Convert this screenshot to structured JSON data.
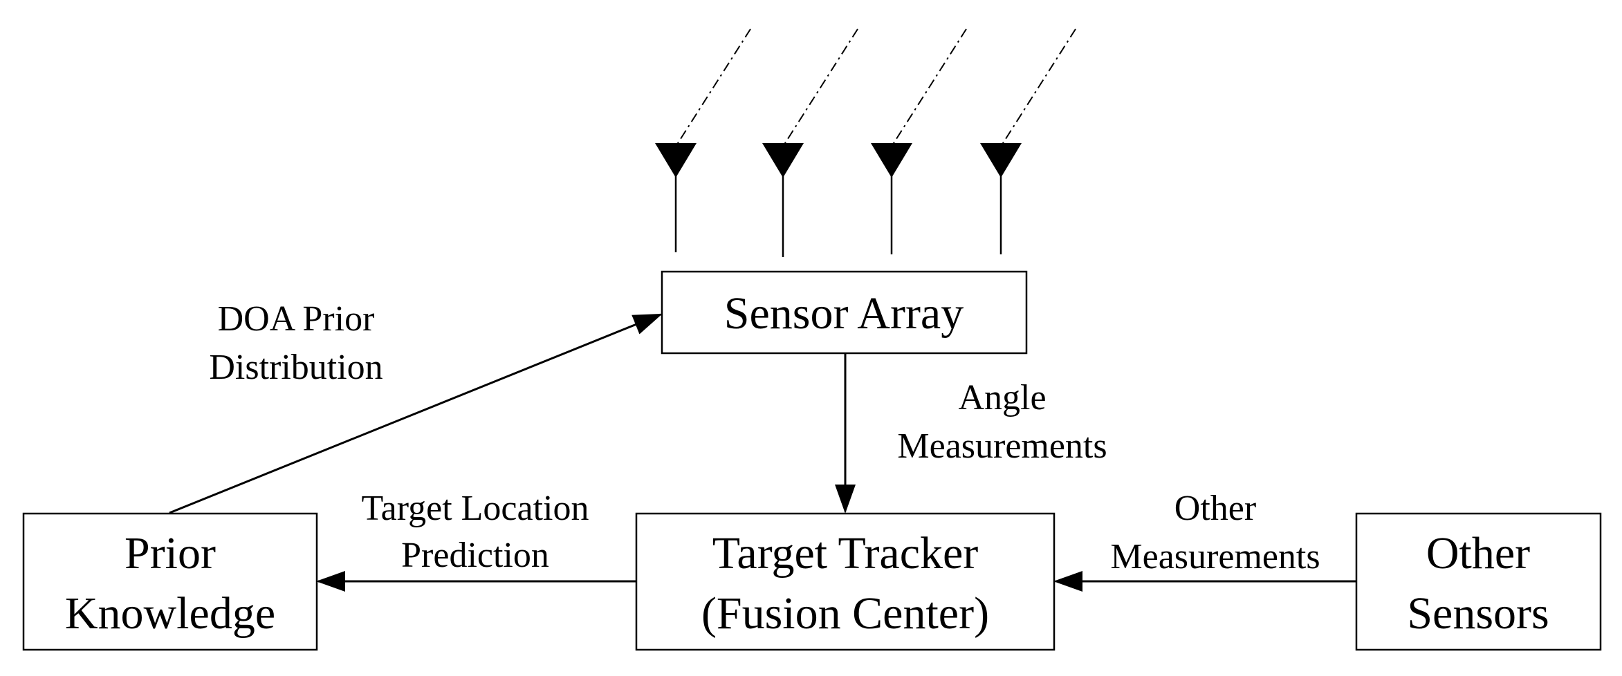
{
  "nodes": {
    "sensor_array": {
      "lines": [
        "Sensor Array"
      ]
    },
    "target_tracker": {
      "lines": [
        "Target Tracker",
        "(Fusion Center)"
      ]
    },
    "prior_knowledge": {
      "lines": [
        "Prior",
        "Knowledge"
      ]
    },
    "other_sensors": {
      "lines": [
        "Other",
        "Sensors"
      ]
    }
  },
  "edges": {
    "doa_prior": {
      "lines": [
        "DOA Prior",
        "Distribution"
      ]
    },
    "angle_measurements": {
      "lines": [
        "Angle",
        "Measurements"
      ]
    },
    "target_location_prediction": {
      "lines": [
        "Target Location",
        "Prediction"
      ]
    },
    "other_measurements": {
      "lines": [
        "Other",
        "Measurements"
      ]
    }
  },
  "antennas": {
    "count": 4
  }
}
